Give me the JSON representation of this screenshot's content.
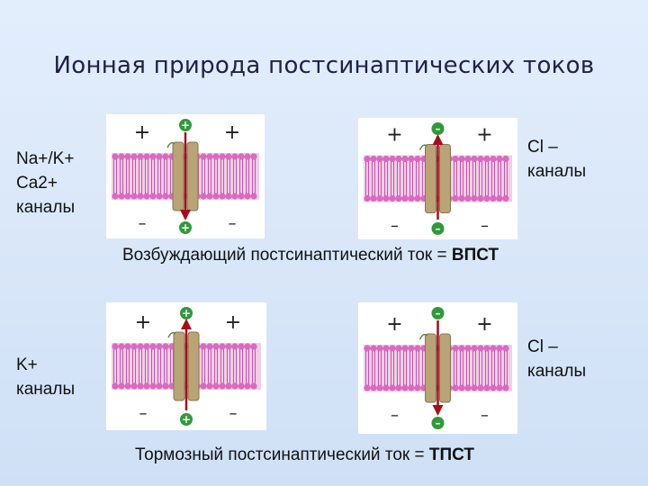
{
  "title": "Ионная природа постсинаптических токов",
  "rows": [
    {
      "left_label": "Na+/K+\nCa2+\nканалы",
      "right_label": "Cl –\nканалы",
      "caption_text": "Возбуждающий постсинаптический ток = ",
      "caption_abbr": "ВПСТ",
      "panels": [
        {
          "top_signs": [
            "+",
            "+"
          ],
          "bottom_signs": [
            "–",
            "–"
          ],
          "ion_top": "+",
          "ion_bottom": "+",
          "arrow": "down"
        },
        {
          "top_signs": [
            "+",
            "+"
          ],
          "bottom_signs": [
            "–",
            "–"
          ],
          "ion_top": "–",
          "ion_bottom": "–",
          "arrow": "up"
        }
      ]
    },
    {
      "left_label": "K+\nканалы",
      "right_label": "Cl –\nканалы",
      "caption_text": "Тормозный постсинаптический ток = ",
      "caption_abbr": "ТПСТ",
      "panels": [
        {
          "top_signs": [
            "+",
            "+"
          ],
          "bottom_signs": [
            "–",
            "–"
          ],
          "ion_top": "+",
          "ion_bottom": "+",
          "arrow": "up"
        },
        {
          "top_signs": [
            "+",
            "+"
          ],
          "bottom_signs": [
            "–",
            "–"
          ],
          "ion_top": "–",
          "ion_bottom": "–",
          "arrow": "down"
        }
      ]
    }
  ],
  "colors": {
    "lipid_head": "#d96ac0",
    "lipid_tail": "#e9a4d6",
    "channel": "#b9a477",
    "arrow": "#a3101c",
    "ion_badge": "#2f9a3a"
  }
}
